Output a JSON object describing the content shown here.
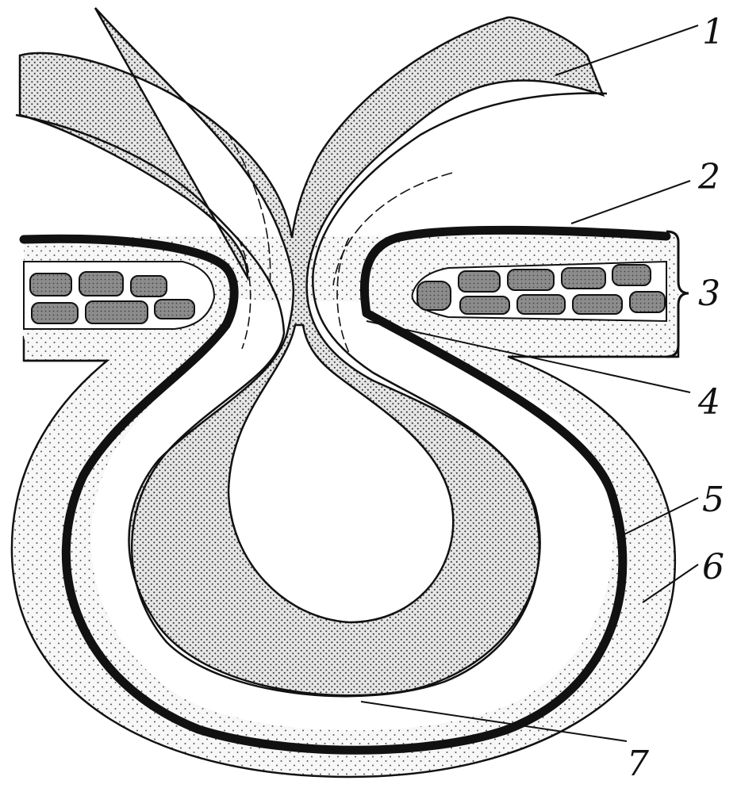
{
  "diagram": {
    "callouts": [
      {
        "id": "1",
        "label": "1"
      },
      {
        "id": "2",
        "label": "2"
      },
      {
        "id": "3",
        "label": "3"
      },
      {
        "id": "4",
        "label": "4"
      },
      {
        "id": "5",
        "label": "5"
      },
      {
        "id": "6",
        "label": "6"
      },
      {
        "id": "7",
        "label": "7"
      }
    ],
    "colors": {
      "ink": "#111111",
      "dense_fill": "#e6e6e6",
      "light_fill": "#f7f7f7",
      "cell_fill": "#9a9a9a",
      "background": "#ffffff"
    },
    "style": "black-and-white stippled anatomical cross-section, numbered callouts 1-7"
  }
}
